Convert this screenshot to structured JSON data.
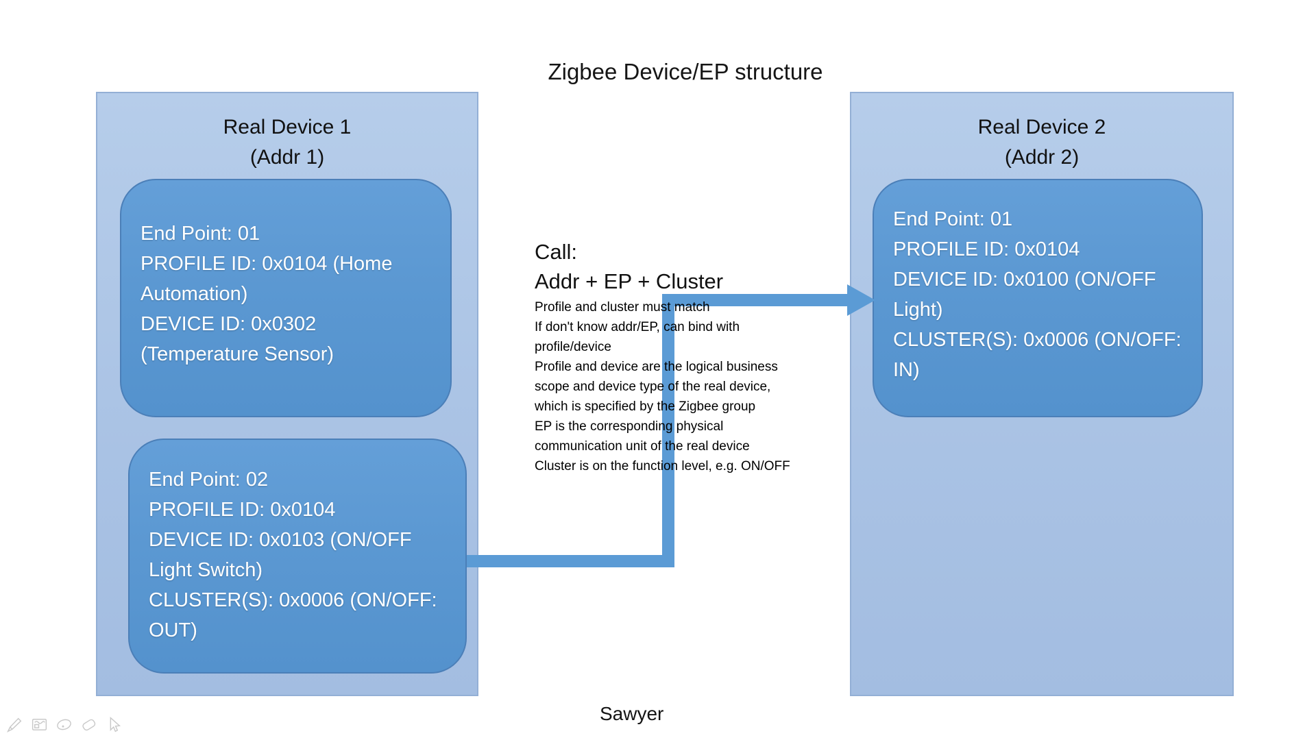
{
  "title": "Zigbee Device/EP structure",
  "author": "Sawyer",
  "device1": {
    "header": "Real Device 1\n(Addr 1)",
    "endpoint1": "End Point: 01\nPROFILE ID: 0x0104 (Home\nAutomation)\nDEVICE ID: 0x0302\n(Temperature Sensor)",
    "endpoint2": "End Point: 02\nPROFILE ID: 0x0104\nDEVICE ID: 0x0103 (ON/OFF\nLight Switch)\nCLUSTER(S): 0x0006 (ON/OFF:\nOUT)"
  },
  "device2": {
    "header": "Real Device 2\n(Addr 2)",
    "endpoint1": "End Point: 01\nPROFILE ID: 0x0104\nDEVICE ID: 0x0100 (ON/OFF\nLight)\nCLUSTER(S): 0x0006 (ON/OFF:\nIN)"
  },
  "call": {
    "heading1": "Call:",
    "heading2": "Addr + EP + Cluster",
    "notes": "Profile and cluster must match\nIf don't know addr/EP, can bind with\nprofile/device\nProfile and device are the logical business\nscope and device type of the real device,\nwhich is specified by the Zigbee group\nEP is the corresponding physical\ncommunication unit of the real device\nCluster is on the function level, e.g. ON/OFF"
  },
  "toolbar": {
    "icons": [
      "pen-icon",
      "slides-icon",
      "laser-pointer-icon",
      "eraser-icon",
      "pointer-icon"
    ]
  },
  "colors": {
    "panel_fill": "#aec6e7",
    "panel_border": "#93afd5",
    "card_fill": "#5b9bd5",
    "card_border": "#4b7fb8",
    "arrow": "#5b9bd5",
    "toolbar_icon": "#c9c9c9"
  }
}
